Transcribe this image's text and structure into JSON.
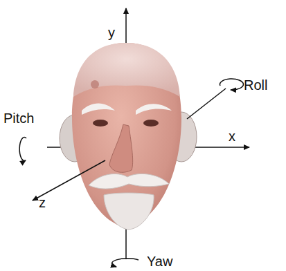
{
  "diagram": {
    "labels": [
      "y",
      "Roll",
      "Pitch",
      "x",
      "z",
      "Yaw"
    ]
  }
}
